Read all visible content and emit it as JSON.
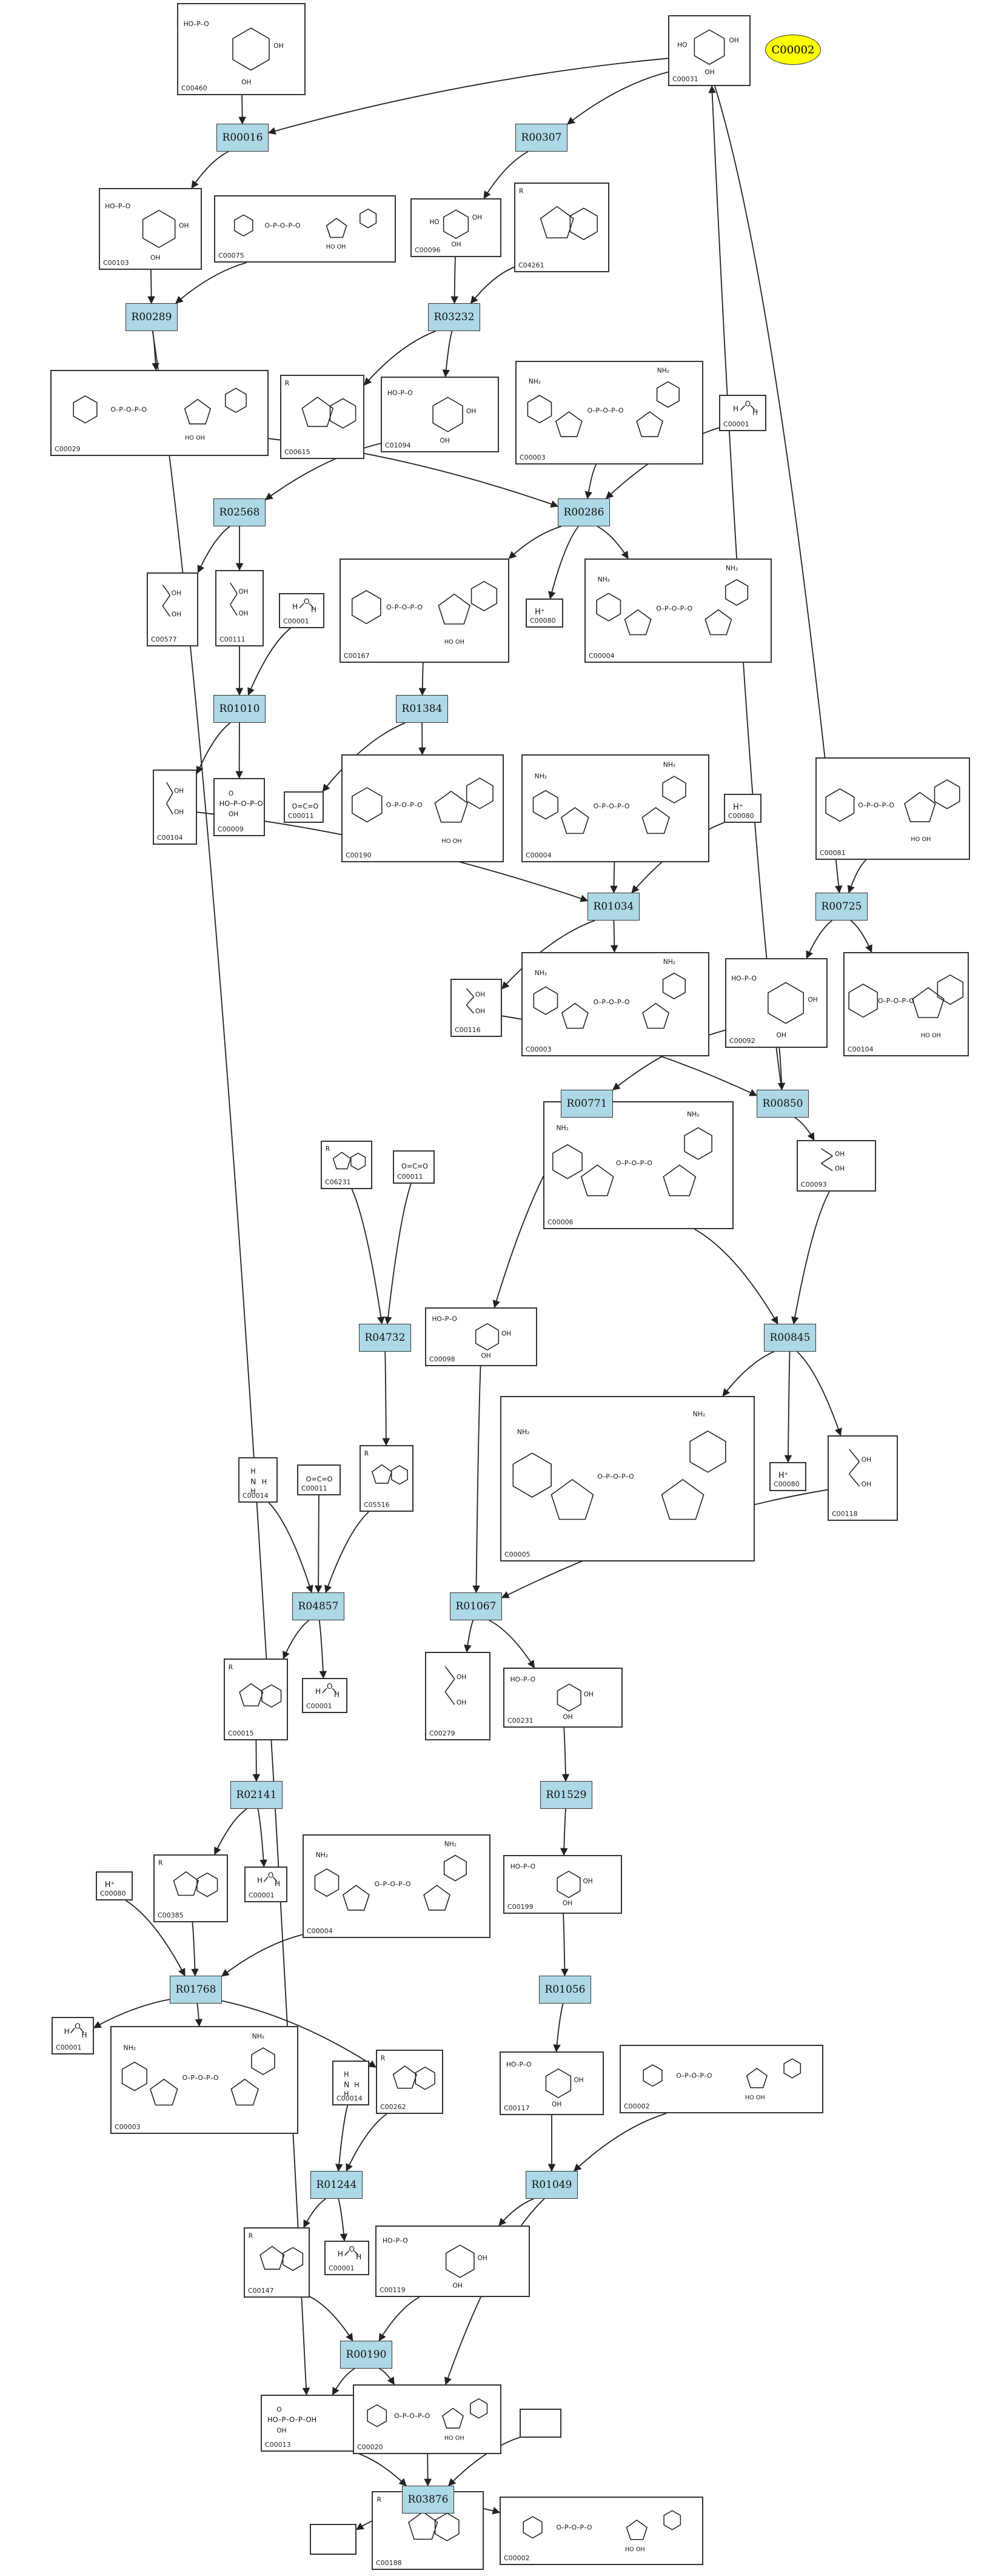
{
  "query_compound": "C00002",
  "colors": {
    "reaction_fill": "#add8e6",
    "query_fill": "#ffff00",
    "edge": "#222222"
  },
  "reactions": {
    "R00016": "R00016",
    "R00307": "R00307",
    "R00289": "R00289",
    "R03232": "R03232",
    "R02568": "R02568",
    "R00286": "R00286",
    "R01010": "R01010",
    "R01384": "R01384",
    "R01034": "R01034",
    "R00725": "R00725",
    "R00771": "R00771",
    "R00850": "R00850",
    "R04732": "R04732",
    "R00845": "R00845",
    "R04857": "R04857",
    "R01067": "R01067",
    "R02141": "R02141",
    "R01529": "R01529",
    "R01768": "R01768",
    "R01056": "R01056",
    "R01244": "R01244",
    "R01049": "R01049",
    "R00190": "R00190",
    "R03876": "R03876"
  },
  "compounds": {
    "C00460": "C00460",
    "C00031": "C00031",
    "C00103": "C00103",
    "C00075": "C00075",
    "C00096": "C00096",
    "C04261": "C04261",
    "C00029": "C00029",
    "C00615": "C00615",
    "C01094": "C01094",
    "C00003_a": "C00003",
    "C00001_a": "C00001",
    "C00577": "C00577",
    "C00111": "C00111",
    "C00001_b": "C00001",
    "C00167": "C00167",
    "C00080_a": "C00080",
    "C00004_a": "C00004",
    "C00104": "C00104",
    "C00009": "C00009",
    "C00011_a": "C00011",
    "C00190": "C00190",
    "C00004_b": "C00004",
    "C00080_b": "C00080",
    "C00081": "C00081",
    "C00116": "C00116",
    "C00003_b": "C00003",
    "C00092": "C00092",
    "C00104_b": "C00104",
    "C06231": "C06231",
    "C00011_b": "C00011",
    "C00006": "C00006",
    "C00093": "C00093",
    "C00098": "C00098",
    "C00005": "C00005",
    "C00014_a": "C00014",
    "C00011_c": "C00011",
    "C05516": "C05516",
    "C00080_c": "C00080",
    "C00118": "C00118",
    "C00015": "C00015",
    "C00001_c": "C00001",
    "C00279": "C00279",
    "C00231": "C00231",
    "C00385": "C00385",
    "C00001_d": "C00001",
    "C00004_c": "C00004",
    "C00080_d": "C00080",
    "C00199": "C00199",
    "C00001_e": "C00001",
    "C00003_c": "C00003",
    "C00014_b": "C00014",
    "C00262": "C00262",
    "C00117": "C00117",
    "C00002_a": "C00002",
    "C00147": "C00147",
    "C00001_f": "C00001",
    "C00119": "C00119",
    "C00013": "C00013",
    "C00020": "C00020",
    "C00188": "C00188",
    "C00002_b": "C00002"
  }
}
